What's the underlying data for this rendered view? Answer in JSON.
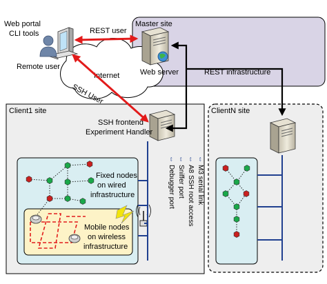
{
  "labels": {
    "web_portal": "Web portal",
    "cli_tools": "CLI tools",
    "remote_user": "Remote user",
    "rest_user": "REST user",
    "internet": "Internet",
    "ssh_user": "SSH User",
    "master_site": "Master site",
    "web_server": "Web server",
    "rest_infrastructure": "REST infrastructure",
    "client1_site": "Client1 site",
    "clientn_site": "ClientN site",
    "ssh_frontend": "SSH frontend",
    "experiment_handler": "Experiment Handler",
    "m3_serial_link": "M3 serial link",
    "a8_ssh_root_access": "A8 SSH root access",
    "sniffer_port": "Sniffer port",
    "debugger_port": "Debugger port",
    "fixed_nodes_l1": "Fixed nodes",
    "fixed_nodes_l2": "on wired",
    "fixed_nodes_l3": "infrastructure",
    "mobile_nodes_l1": "Mobile nodes",
    "mobile_nodes_l2": "on wireless",
    "mobile_nodes_l3": "infrastructure",
    "arrow_symbol": "⇔"
  },
  "icons": {
    "user": "user-icon",
    "workstation": "workstation-icon",
    "server": "server-icon",
    "globe": "globe-icon",
    "antenna": "antenna-icon",
    "lightning": "lightning-icon",
    "robot": "mobile-robot-icon"
  },
  "colors": {
    "master_fill": "#d9d4e6",
    "client_fill": "#eeeeee",
    "node_area_fill": "#d9eef2",
    "mobile_area_fill": "#fdf3c7",
    "node_green": "#1aa84a",
    "node_red": "#c9201f",
    "red_link": "#e21b1b",
    "bus_blue": "#1f3f8f"
  }
}
